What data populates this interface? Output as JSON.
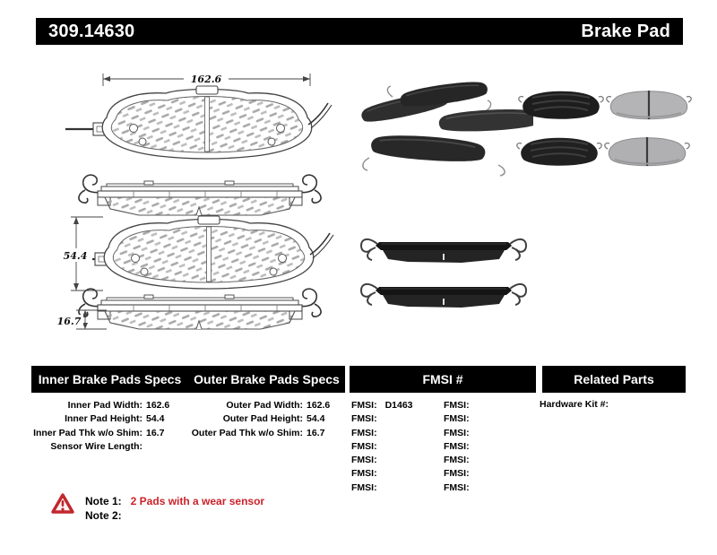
{
  "header": {
    "part_number": "309.14630",
    "product_name": "Brake Pad"
  },
  "drawing": {
    "width_dim": "162.6",
    "height_dim": "54.4",
    "thickness_dim": "16.7"
  },
  "tables": {
    "pads": {
      "inner_title": "Inner Brake Pads Specs",
      "outer_title": "Outer Brake Pads Specs",
      "inner_rows": [
        {
          "label": "Inner Pad Width:",
          "value": "162.6"
        },
        {
          "label": "Inner Pad Height:",
          "value": "54.4"
        },
        {
          "label": "Inner Pad Thk w/o Shim:",
          "value": "16.7"
        },
        {
          "label": "Sensor Wire Length:",
          "value": ""
        }
      ],
      "outer_rows": [
        {
          "label": "Outer Pad Width:",
          "value": "162.6"
        },
        {
          "label": "Outer Pad Height:",
          "value": "54.4"
        },
        {
          "label": "Outer Pad Thk w/o Shim:",
          "value": "16.7"
        }
      ]
    },
    "fmsi": {
      "title": "FMSI #",
      "label": "FMSI:",
      "col1": [
        "D1463",
        "",
        "",
        "",
        "",
        "",
        ""
      ],
      "col2": [
        "",
        "",
        "",
        "",
        "",
        "",
        ""
      ]
    },
    "related": {
      "title": "Related Parts",
      "rows": [
        {
          "label": "Hardware Kit #:",
          "value": ""
        }
      ]
    }
  },
  "notes": {
    "warning_icon": "warning-triangle-icon",
    "note1_label": "Note 1:",
    "note1_text": "2 Pads with a wear sensor",
    "note2_label": "Note 2:",
    "note2_text": ""
  },
  "colors": {
    "accent_red": "#cc2229",
    "bar_black": "#000000",
    "friction_gray": "#b4b4b7"
  }
}
